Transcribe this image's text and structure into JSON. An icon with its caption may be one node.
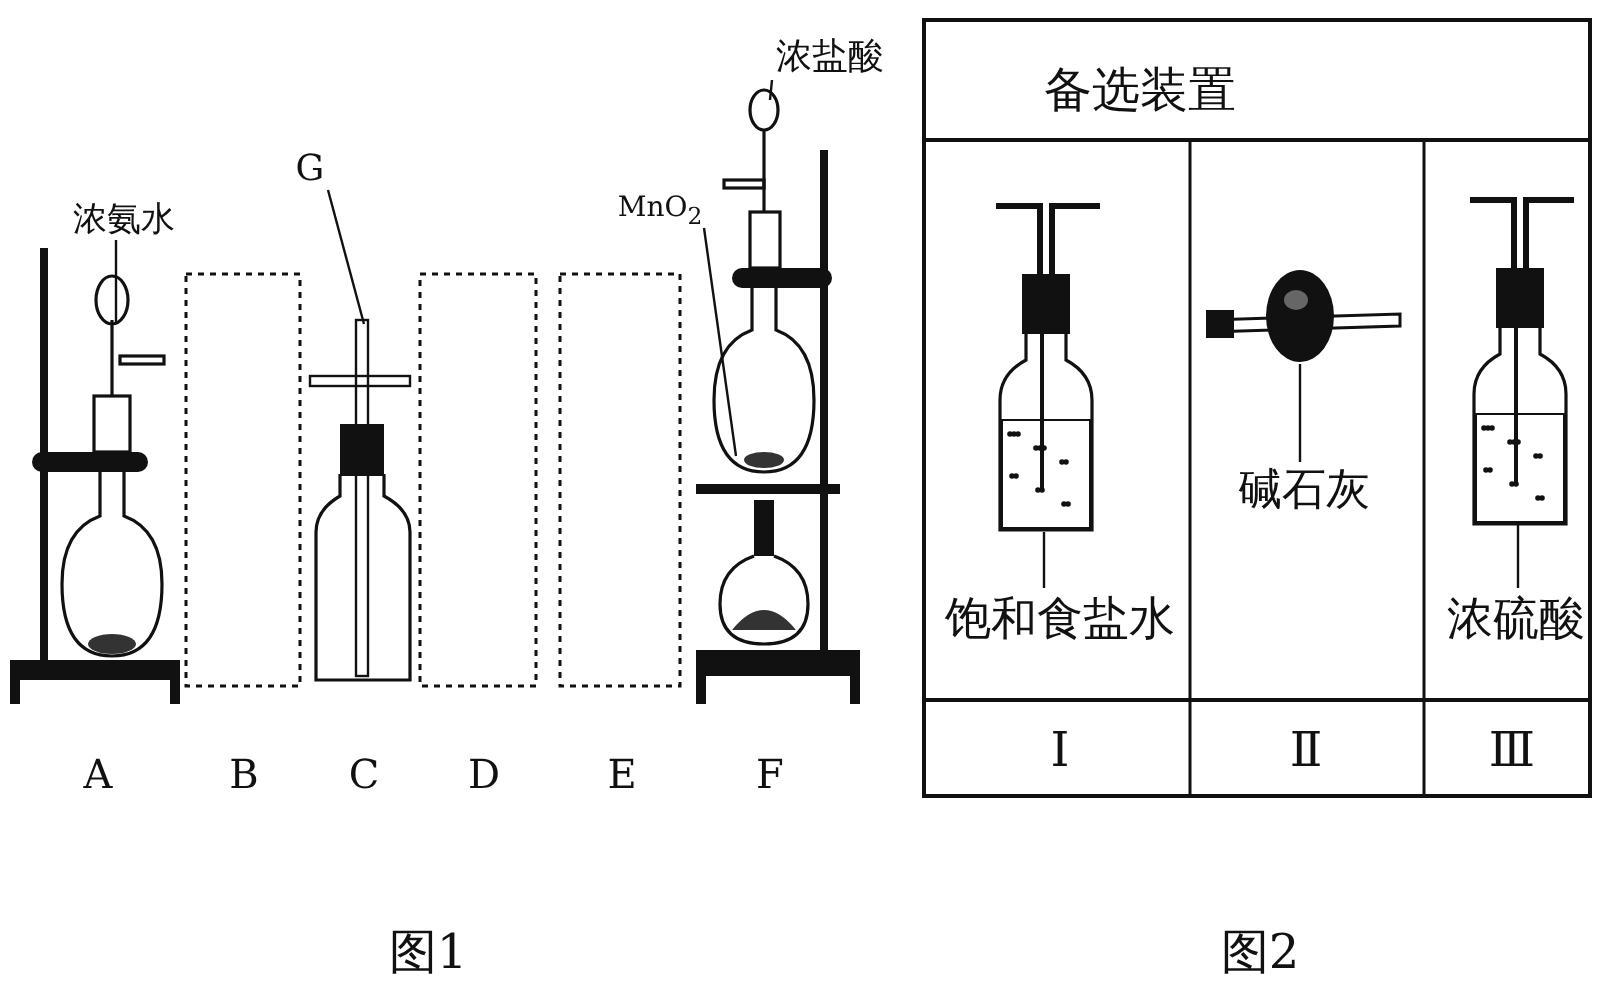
{
  "diagram": {
    "nodes": [
      {
        "text": [
          "浓氨水"
        ]
      },
      {
        "text": [
          "G"
        ]
      },
      {
        "text": [
          "浓盐酸"
        ]
      },
      {
        "text": [
          "MnO$_{2}$"
        ]
      },
      {
        "text": [
          "饱和食盐水"
        ]
      },
      {
        "text": [
          "碱石灰"
        ]
      },
      {
        "text": [
          "浓硫酸"
        ]
      },
      {
        "text": [],
        "shape": "picture"
      },
      {
        "text": [],
        "shape": "box"
      },
      {
        "text": [],
        "shape": "picture"
      },
      {
        "text": [],
        "shape": "box"
      },
      {
        "text": [],
        "shape": "box"
      },
      {
        "text": [],
        "shape": "picture"
      },
      {
        "text": [],
        "shape": "picture"
      },
      {
        "text": [],
        "shape": "picture"
      },
      {
        "text": [],
        "shape": "picture"
      }
    ],
    "edges": [
      {
        "from": 0,
        "to": 7,
        "arrow": "none"
      },
      {
        "from": 1,
        "to": 9,
        "arrow": "none"
      },
      {
        "from": 2,
        "to": 12,
        "arrow": "none"
      },
      {
        "from": 3,
        "to": 12,
        "arrow": "none"
      },
      {
        "from": 4,
        "to": 13,
        "arrow": "none"
      },
      {
        "from": 5,
        "to": 14,
        "arrow": "none"
      },
      {
        "from": 6,
        "to": 15,
        "arrow": "none"
      }
    ],
    "labels": [
      "A",
      "B",
      "C",
      "D",
      "E",
      "F",
      "备选装置",
      "Ⅰ",
      "Ⅱ",
      "Ⅲ",
      "图1",
      "图2"
    ]
  }
}
